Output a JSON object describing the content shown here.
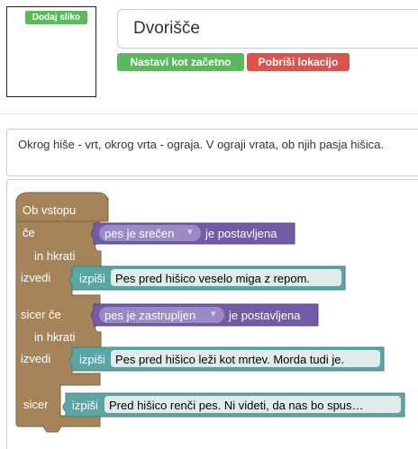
{
  "location": {
    "image_box": {
      "add_image_label": "Dodaj sliko"
    },
    "name": "Dvorišče",
    "buttons": {
      "set_start": "Nastavi kot začetno",
      "delete_location": "Pobriši lokacijo"
    },
    "description": "Okrog hiše - vrt, okrog vrta - ograja. V ograji vrata, ob njih pasja hišica."
  },
  "blocks": {
    "on_enter": "Ob vstopu",
    "if_label": "če",
    "and_also": "in hkrati",
    "do_label": "izvedi",
    "else_if": "sicer če",
    "else": "sicer",
    "flag_suffix": "je postavljena",
    "print_label": "izpiši",
    "dropdown_arrow": "▾",
    "branches": [
      {
        "flag": "pes je srečen",
        "text": "Pes pred hišico veselo miga z repom."
      },
      {
        "flag": "pes je zastrupljen",
        "text": "Pes pred hišico leži kot mrtev. Morda tudi je."
      }
    ],
    "else_text": "Pred hišico renči pes. Ni videti, da nas bo spus…"
  },
  "colors": {
    "control_block": "#a5845a",
    "flag_block": "#735ca6",
    "print_block": "#5ba5a4",
    "green_button": "#5cb85c",
    "red_button": "#d9534f"
  }
}
